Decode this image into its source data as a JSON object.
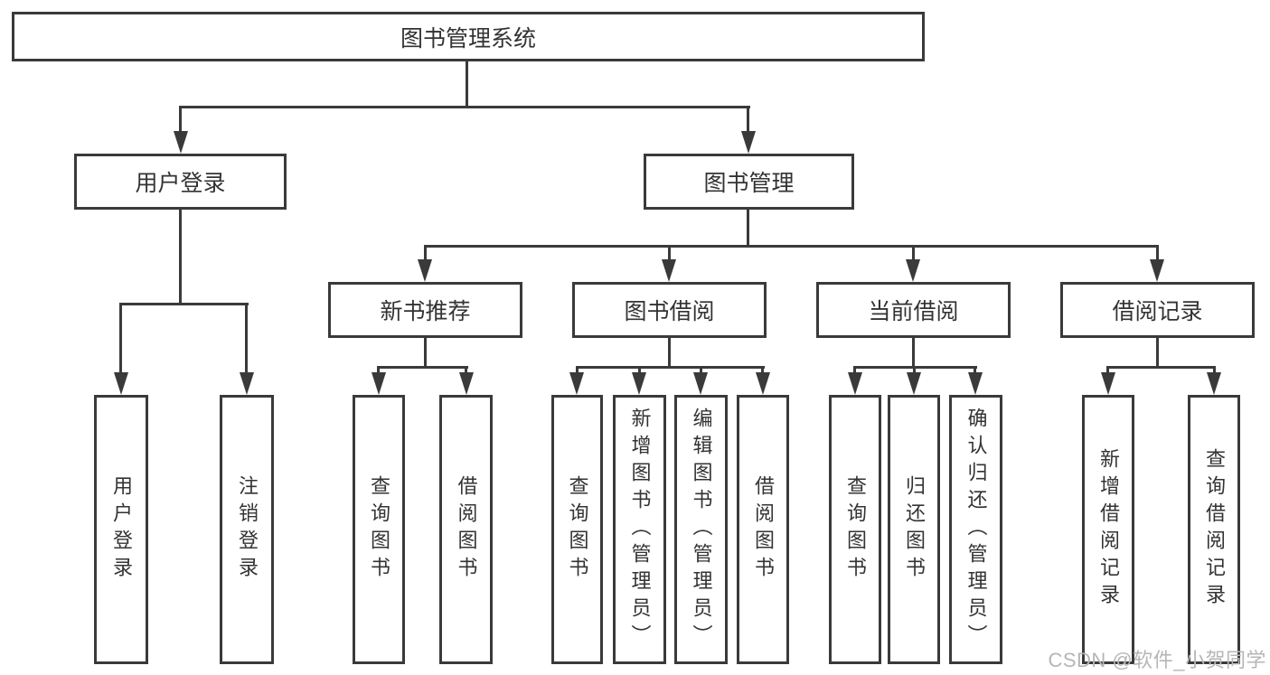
{
  "tree": {
    "root": {
      "label": "图书管理系统"
    },
    "branches": [
      {
        "label": "用户登录",
        "children": [
          {
            "label": "用户登录"
          },
          {
            "label": "注销登录"
          }
        ]
      },
      {
        "label": "图书管理",
        "children": [
          {
            "label": "新书推荐",
            "children": [
              {
                "label": "查询图书"
              },
              {
                "label": "借阅图书"
              }
            ]
          },
          {
            "label": "图书借阅",
            "children": [
              {
                "label": "查询图书"
              },
              {
                "label": "新增图书（管理员）"
              },
              {
                "label": "编辑图书（管理员）"
              },
              {
                "label": "借阅图书"
              }
            ]
          },
          {
            "label": "当前借阅",
            "children": [
              {
                "label": "查询图书"
              },
              {
                "label": "归还图书"
              },
              {
                "label": "确认归还（管理员）"
              }
            ]
          },
          {
            "label": "借阅记录",
            "children": [
              {
                "label": "新增借阅记录"
              },
              {
                "label": "查询借阅记录"
              }
            ]
          }
        ]
      }
    ]
  },
  "watermark": {
    "text": "CSDN @软件_小贺同学",
    "color": "#b6b6b6"
  },
  "colors": {
    "line": "#3a3a3a",
    "text": "#333333",
    "background": "#ffffff"
  }
}
